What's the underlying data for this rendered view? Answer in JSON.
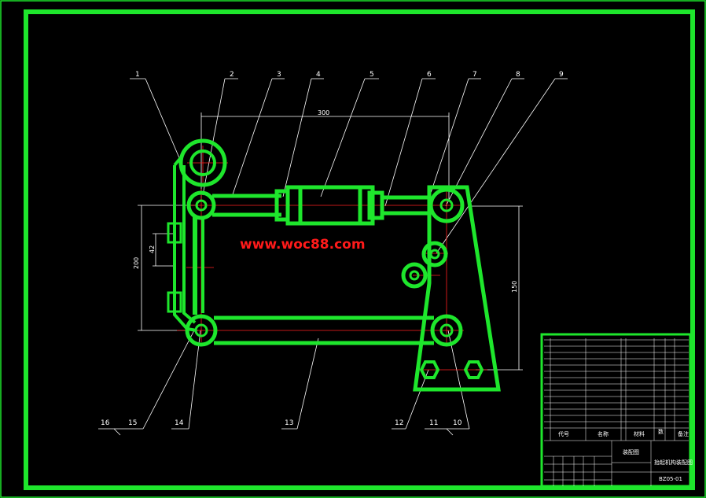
{
  "drawing": {
    "watermark": "www.woc88.com",
    "dimensions": {
      "width_top": "300",
      "height_left": "200",
      "slot": "42",
      "height_right": "150"
    },
    "part_numbers": [
      "1",
      "2",
      "3",
      "4",
      "5",
      "6",
      "7",
      "8",
      "9",
      "10",
      "11",
      "12",
      "13",
      "14",
      "15",
      "16"
    ]
  },
  "title_block": {
    "header": {
      "code": "代号",
      "name": "名称",
      "material": "材料",
      "qty": "数",
      "remark": "备注"
    },
    "sheet_title": "装配图",
    "drawing_name": "抬起机构装配图",
    "drawing_number": "BZ05-01"
  },
  "colors": {
    "frame": "#1ee62c",
    "center_lines": "#ff2020",
    "dimension_lines": "#ffffff",
    "background": "#000000",
    "watermark": "#ff1a1a"
  }
}
